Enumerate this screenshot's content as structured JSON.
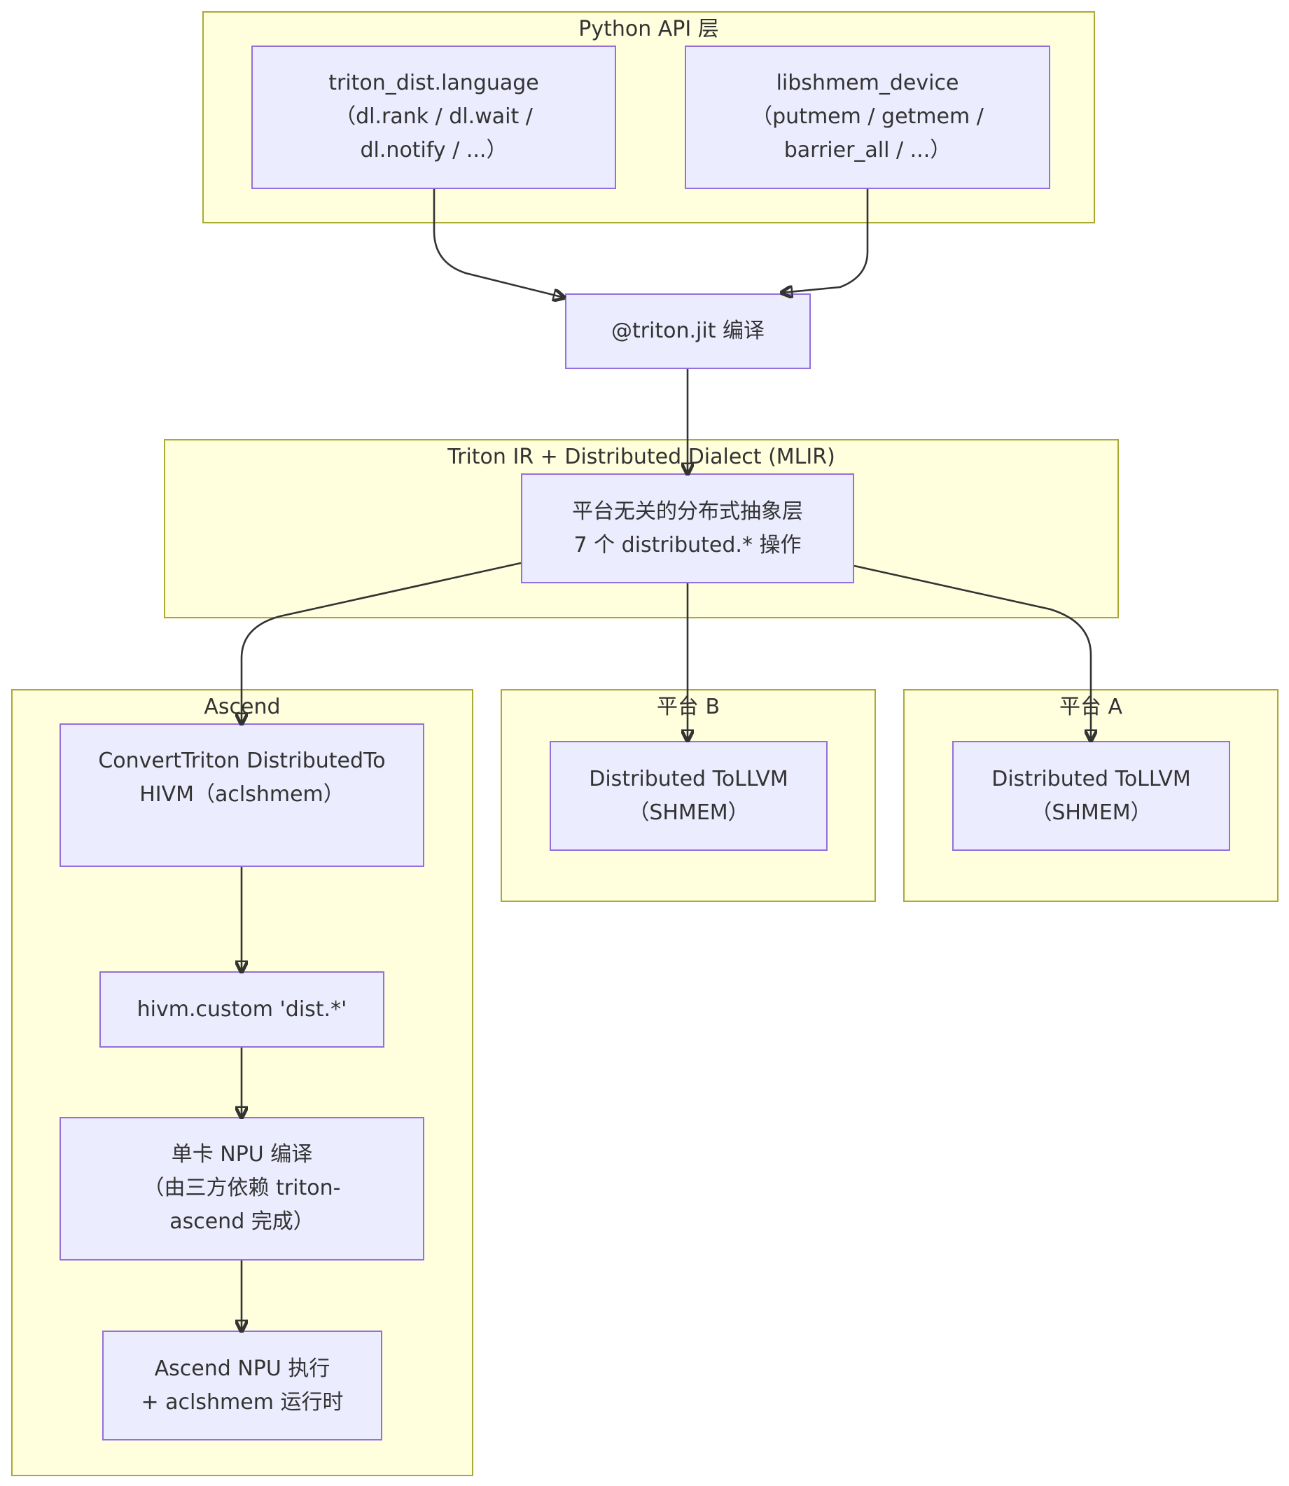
{
  "groups": {
    "python_api": {
      "title": "Python API 层"
    },
    "triton_ir": {
      "title": "Triton IR + Distributed Dialect (MLIR)"
    },
    "ascend": {
      "title": "Ascend"
    },
    "platform_b": {
      "title": "平台 B"
    },
    "platform_a": {
      "title": "平台 A"
    }
  },
  "nodes": {
    "triton_dist_language": {
      "lines": [
        "triton_dist.language",
        "（dl.rank / dl.wait /",
        "dl.notify / ...）"
      ]
    },
    "libshmem_device": {
      "lines": [
        "libshmem_device",
        "（putmem / getmem /",
        "barrier_all / ...）"
      ]
    },
    "triton_jit": {
      "lines": [
        "@triton.jit 编译"
      ]
    },
    "abstraction_layer": {
      "lines": [
        "平台无关的分布式抽象层",
        "7 个 distributed.* 操作"
      ]
    },
    "convert_to_hivm": {
      "lines": [
        "ConvertTriton DistributedTo",
        "HIVM（aclshmem）"
      ]
    },
    "hivm_custom": {
      "lines": [
        "hivm.custom 'dist.*'"
      ]
    },
    "single_npu_compile": {
      "lines": [
        "单卡 NPU 编译",
        "（由三方依赖 triton-",
        "ascend 完成）"
      ]
    },
    "ascend_npu_exec": {
      "lines": [
        "Ascend NPU 执行",
        "+ aclshmem 运行时"
      ]
    },
    "platform_b_tollvm": {
      "lines": [
        "Distributed ToLLVM",
        "（SHMEM）"
      ]
    },
    "platform_a_tollvm": {
      "lines": [
        "Distributed ToLLVM",
        "（SHMEM）"
      ]
    }
  },
  "edges": [
    {
      "from": "triton_dist_language",
      "to": "triton_jit"
    },
    {
      "from": "libshmem_device",
      "to": "triton_jit"
    },
    {
      "from": "triton_jit",
      "to": "abstraction_layer"
    },
    {
      "from": "abstraction_layer",
      "to": "convert_to_hivm"
    },
    {
      "from": "abstraction_layer",
      "to": "platform_b_tollvm"
    },
    {
      "from": "abstraction_layer",
      "to": "platform_a_tollvm"
    },
    {
      "from": "convert_to_hivm",
      "to": "hivm_custom"
    },
    {
      "from": "hivm_custom",
      "to": "single_npu_compile"
    },
    {
      "from": "single_npu_compile",
      "to": "ascend_npu_exec"
    }
  ],
  "colors": {
    "group_fill": "#ffffde",
    "group_border": "#aaaa33",
    "node_fill": "#ececff",
    "node_border": "#9370db",
    "edge": "#333333",
    "text": "#333333"
  }
}
